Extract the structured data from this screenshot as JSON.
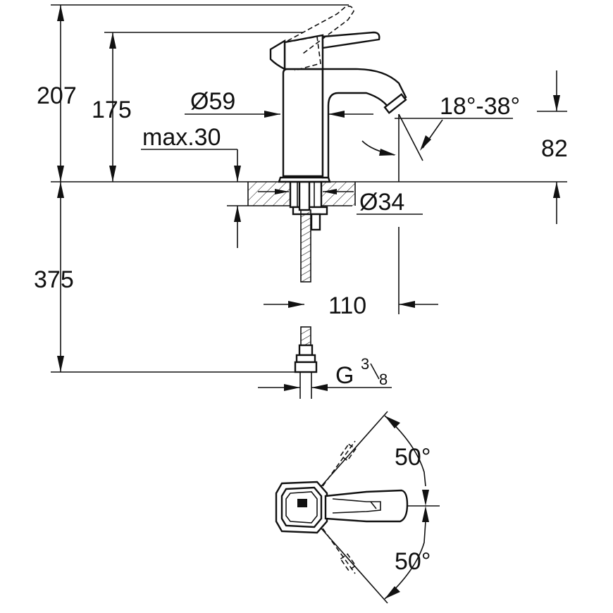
{
  "dimensions": {
    "total_height": "207",
    "lever_height": "175",
    "body_diameter": "Ø59",
    "max_deck": "max.30",
    "spray_angle": "18°-38°",
    "spout_height": "82",
    "hole_diameter": "Ø34",
    "hose_length": "375",
    "reach": "110",
    "thread_main": "G",
    "thread_num": "3",
    "thread_den": "8",
    "rotate_up": "50°",
    "rotate_down": "50°"
  }
}
